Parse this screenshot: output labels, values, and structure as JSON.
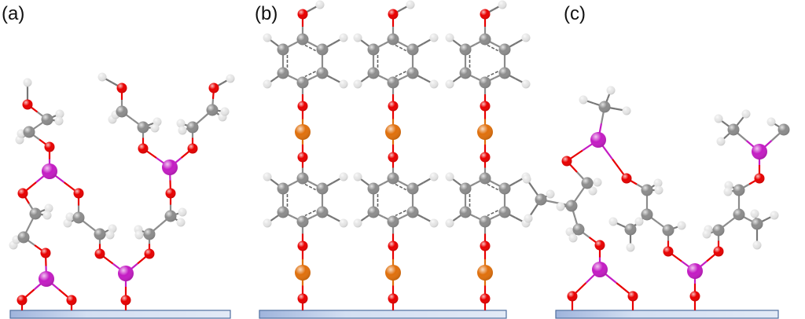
{
  "panels": [
    {
      "label": "(a)"
    },
    {
      "label": "(b)"
    },
    {
      "label": "(c)"
    }
  ],
  "atom_colors": {
    "O": "#e80000",
    "H": "#e6e6e6",
    "C": "#8c8c8c",
    "Al": "#c41cc4",
    "Ti": "#e0700c"
  },
  "substrate_color": "#c9d7ee"
}
